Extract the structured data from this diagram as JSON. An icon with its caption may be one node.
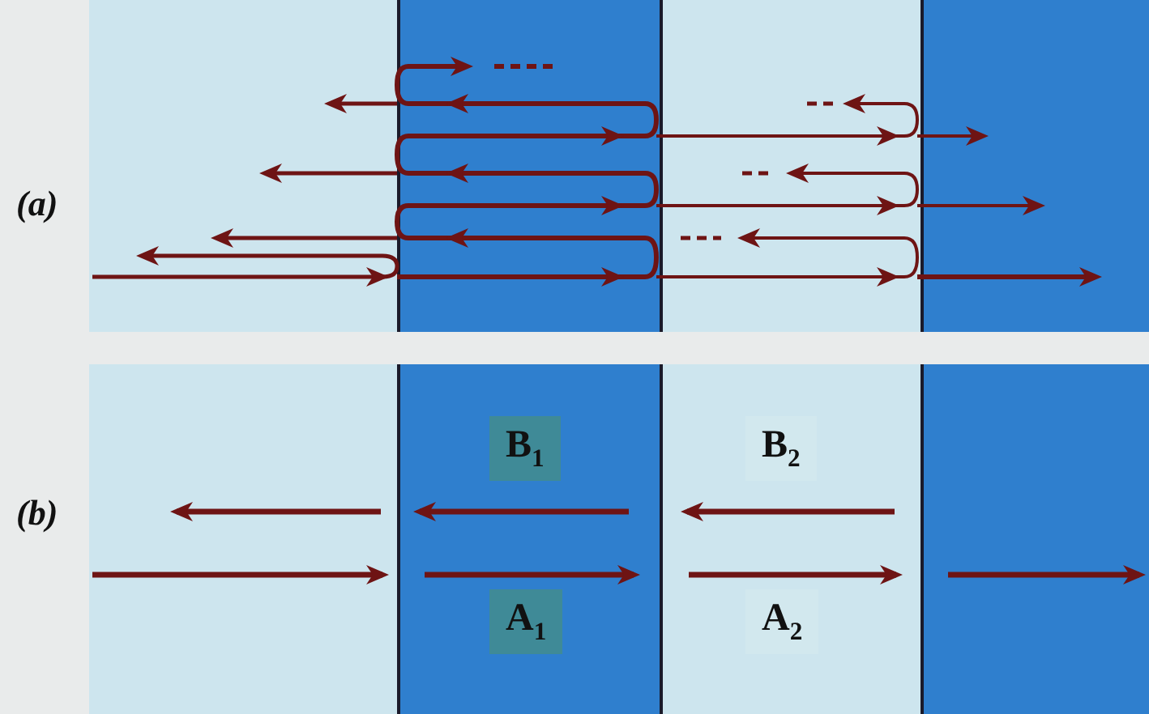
{
  "diagram": {
    "labels": [
      "(a)",
      "(b)",
      "B$_{1}$",
      "B$_{2}$",
      "A$_{1}$",
      "A$_{2}$"
    ]
  }
}
